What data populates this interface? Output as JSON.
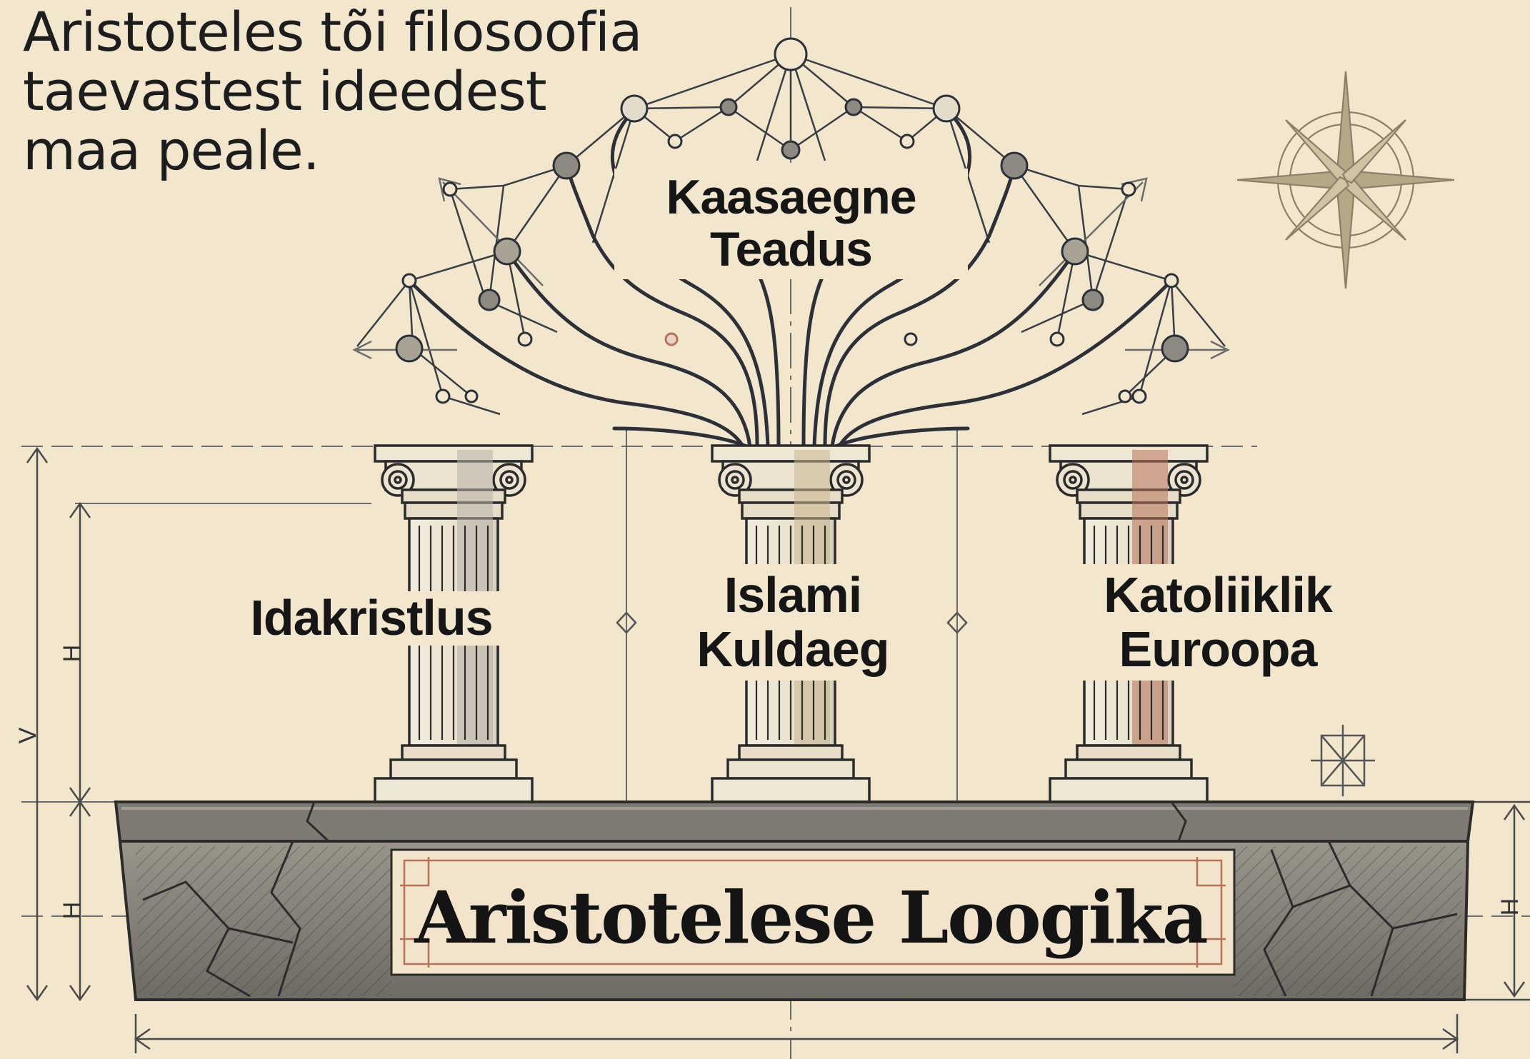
{
  "headline": {
    "lines": [
      "Aristoteles tõi filosoofia",
      "taevastest ideedest",
      "maa peale."
    ]
  },
  "tree": {
    "label_lines": [
      "Kaasaegne",
      "Teadus"
    ]
  },
  "pillars": [
    {
      "label_lines": [
        "Idakristlus"
      ],
      "tint": "#b8b2a6"
    },
    {
      "label_lines": [
        "Islami",
        "Kuldaeg"
      ],
      "tint": "#c9b78f"
    },
    {
      "label_lines": [
        "Katoliiklik",
        "Euroopa"
      ],
      "tint": "#b8725a"
    }
  ],
  "foundation": {
    "label": "Aristotelese Loogika"
  },
  "dimension_marks": [
    "H",
    "V",
    "H",
    "H"
  ],
  "colors": {
    "background": "#f2e6cd",
    "ink": "#2b2f38",
    "stone": "#8e8a82",
    "accent_rust": "#b8725a"
  },
  "icons": {
    "compass": "compass-rose-icon"
  }
}
